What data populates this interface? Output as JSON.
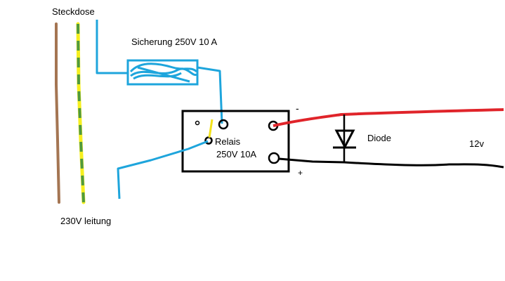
{
  "labels": {
    "socket": "Steckdose",
    "fuse": "Sicherung 250V 10 A",
    "relay_line1": "Relais",
    "relay_line2": "250V 10A",
    "diode": "Diode",
    "voltage": "12v",
    "cable": "230V leitung",
    "minus": "-",
    "plus": "+"
  },
  "colors": {
    "brown_wire": "#a47552",
    "earth_green": "#4f9a3f",
    "earth_yellow": "#f6ef1e",
    "blue_wire": "#1ea5dc",
    "red_wire": "#e0242a",
    "black_wire": "#000000",
    "relay_contact_yellow": "#f3e21a"
  }
}
